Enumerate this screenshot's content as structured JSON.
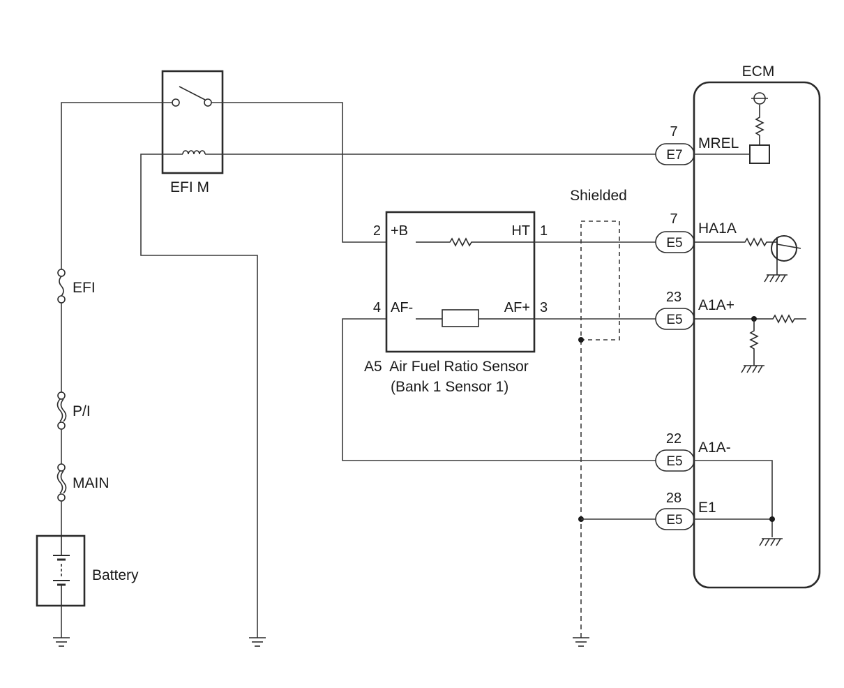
{
  "relay": {
    "label": "EFI M"
  },
  "fuses": [
    {
      "name": "EFI"
    },
    {
      "name": "P/I"
    },
    {
      "name": "MAIN"
    }
  ],
  "battery": {
    "label": "Battery"
  },
  "sensor": {
    "label_line1": "A5  Air Fuel Ratio Sensor",
    "label_line2": "(Bank 1 Sensor 1)",
    "pins": [
      {
        "number": "2",
        "name": "+B"
      },
      {
        "number": "1",
        "name": "HT"
      },
      {
        "number": "4",
        "name": "AF-"
      },
      {
        "number": "3",
        "name": "AF+"
      }
    ]
  },
  "shield": {
    "label": "Shielded"
  },
  "ecm": {
    "label": "ECM",
    "terminals": [
      {
        "pin": "7",
        "connector": "E7",
        "signal": "MREL"
      },
      {
        "pin": "7",
        "connector": "E5",
        "signal": "HA1A"
      },
      {
        "pin": "23",
        "connector": "E5",
        "signal": "A1A+"
      },
      {
        "pin": "22",
        "connector": "E5",
        "signal": "A1A-"
      },
      {
        "pin": "28",
        "connector": "E5",
        "signal": "E1"
      }
    ]
  }
}
